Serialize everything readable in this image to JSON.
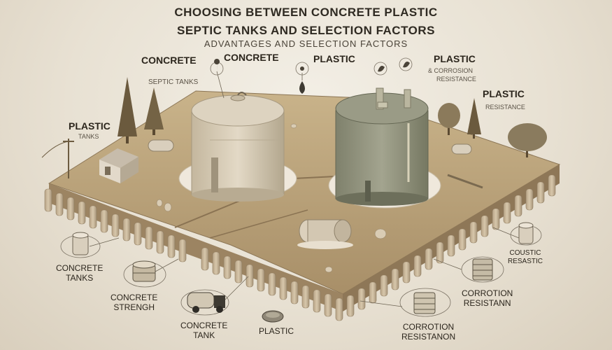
{
  "header": {
    "title_line1": "CHOOSING BETWEEN CONCRETE PLASTIC",
    "title_line2": "SEPTIC TANKS AND SELECTION FACTORS",
    "subtitle": "ADVANTAGES AND SELECTION FACTORS"
  },
  "labels": {
    "concrete_top_left": "CONCRETE",
    "concrete_top_center": "CONCRETE",
    "plastic_top_center": "PLASTIC",
    "plastic_top_right": "PLASTIC",
    "corrosion_top_right": "& CORROSION",
    "resistance_top_right": "RESISTANCE",
    "septic_tanks": "SEPTIC TANKS",
    "plastic_right": "PLASTIC",
    "resistance_right": "RESISTANCE",
    "plastic_left": "PLASTIC",
    "tanks_left": "TANKS",
    "concrete_tanks_1": "CONCRETE",
    "concrete_tanks_2": "TANKS",
    "concrete_strength_1": "CONCRETE",
    "concrete_strength_2": "STRENGH",
    "concrete_tank_1": "CONCRETE",
    "concrete_tank_2": "TANK",
    "plastic_bottom": "PLASTIC",
    "corrotion_bottom_1": "CORROTION",
    "corrotion_bottom_2": "RESISTANON",
    "corrotion_mid_1": "CORROTION",
    "corrotion_mid_2": "RESISTANN",
    "coustic_1": "COUSTIC",
    "coustic_2": "RESASTIC"
  },
  "colors": {
    "soil": "#b89f77",
    "soil_dark": "#8c7656",
    "concrete_tank": "#d8cdb8",
    "plastic_tank": "#8f907b",
    "pillar": "#c9b79b",
    "tree": "#6b5a3e"
  },
  "icons": [
    "location-pin-icon",
    "drop-icon",
    "leaf-icon",
    "concrete-tank-icon",
    "truck-icon",
    "disc-icon",
    "stacked-tank-icon"
  ]
}
